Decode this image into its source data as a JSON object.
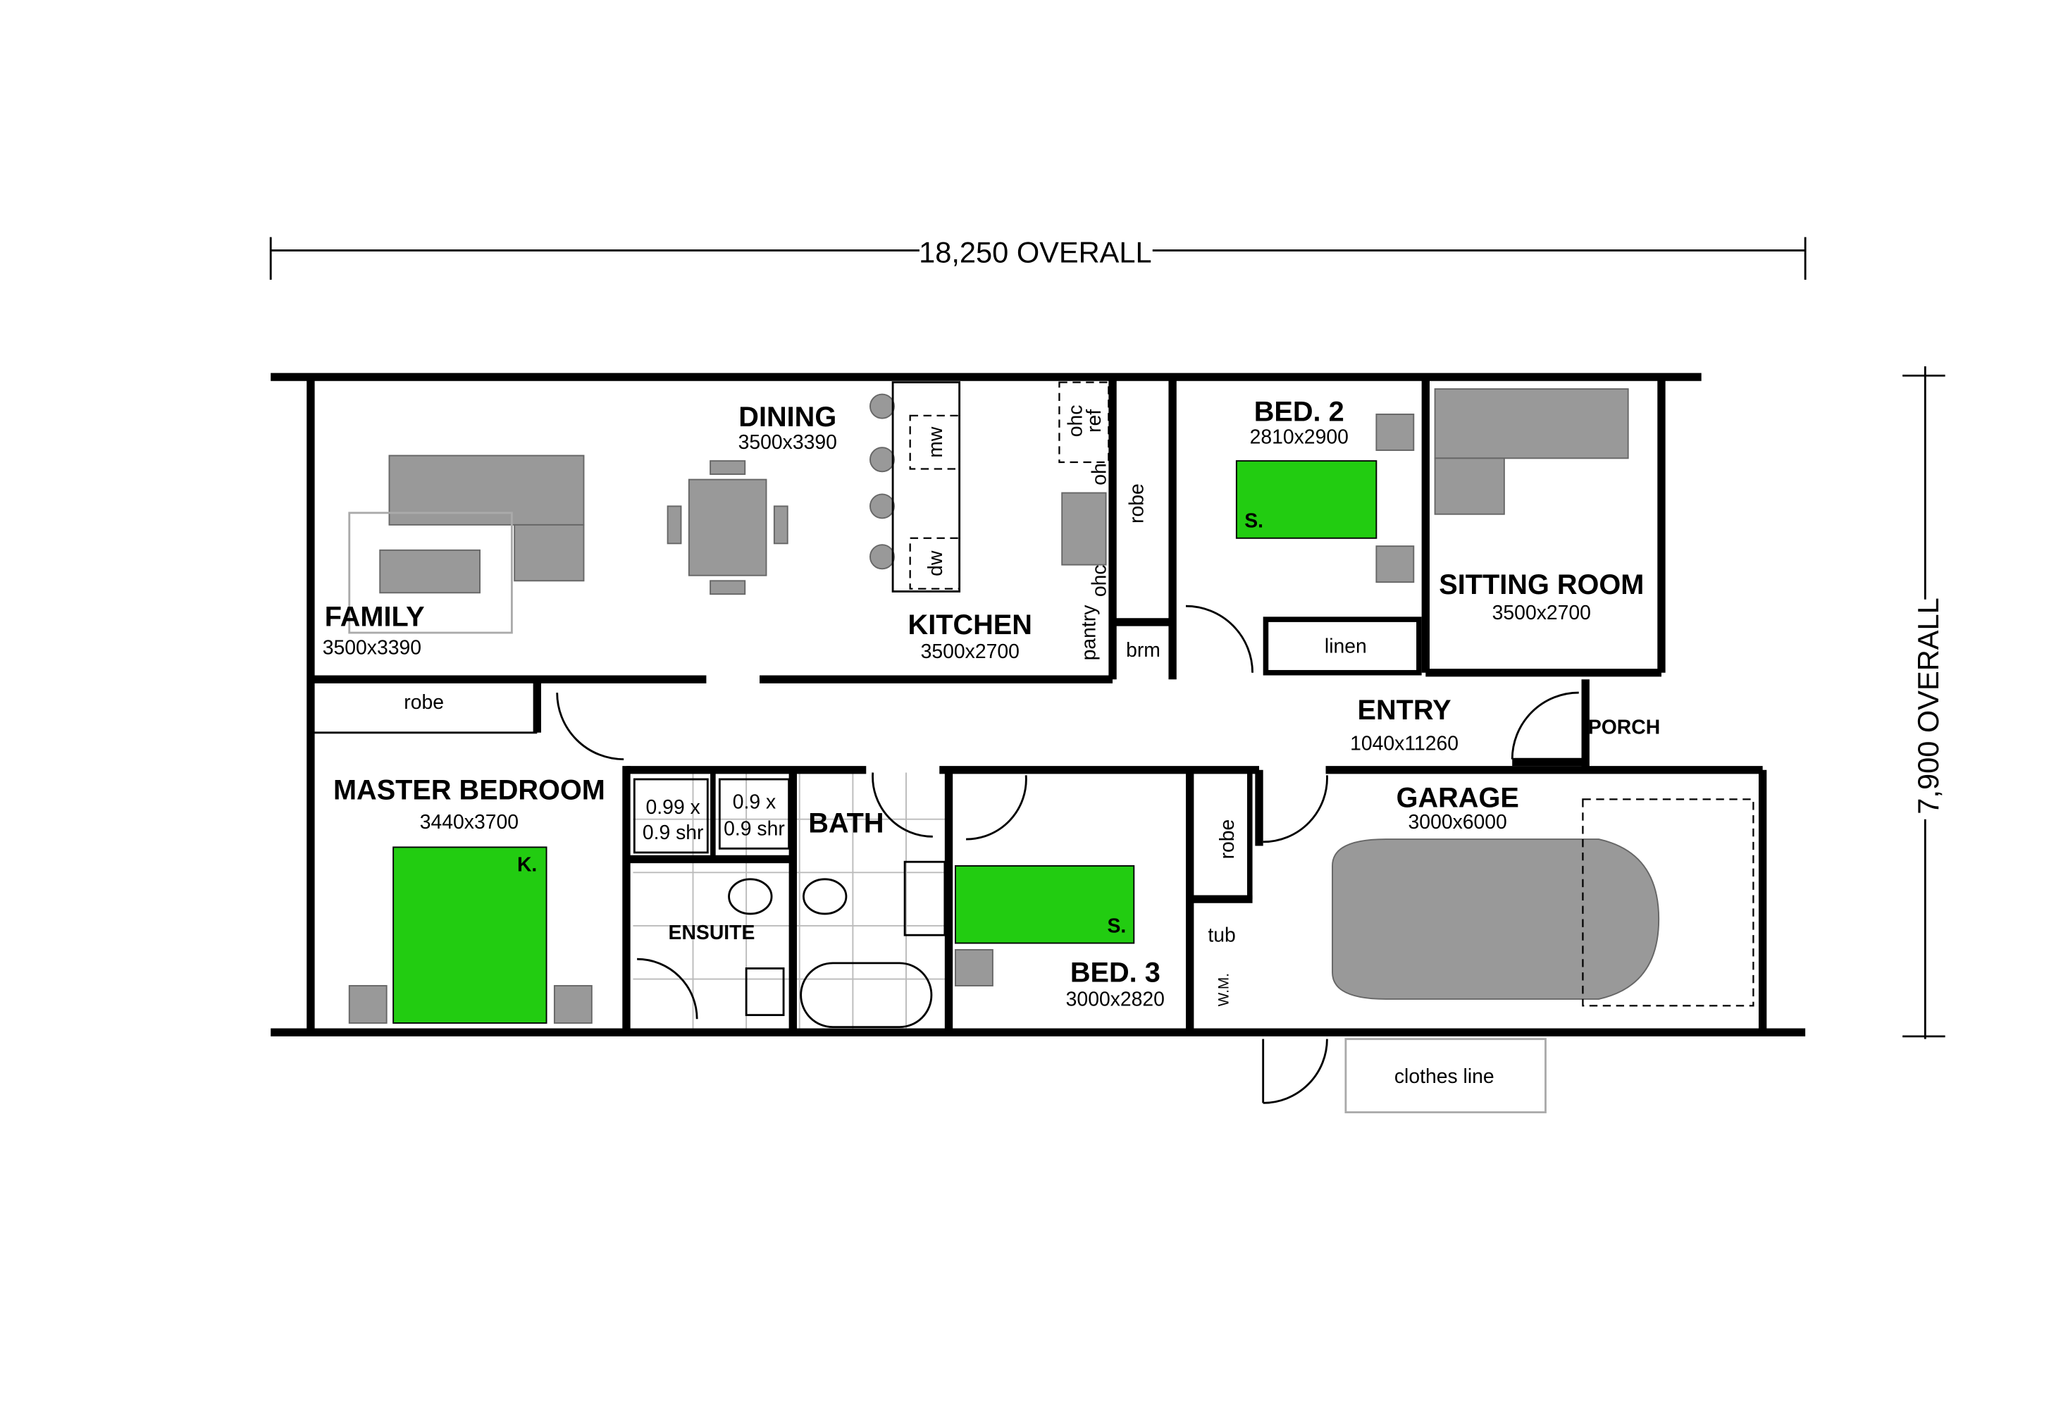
{
  "dimensions": {
    "overall_width": "18,250 OVERALL",
    "overall_depth": "7,900 OVERALL"
  },
  "rooms": {
    "family": {
      "name": "FAMILY",
      "size": "3500x3390"
    },
    "dining": {
      "name": "DINING",
      "size": "3500x3390"
    },
    "kitchen": {
      "name": "KITCHEN",
      "size": "3500x2700"
    },
    "bed2": {
      "name": "BED. 2",
      "size": "2810x2900"
    },
    "sitting": {
      "name": "SITTING ROOM",
      "size": "3500x2700"
    },
    "entry": {
      "name": "ENTRY",
      "size": "1040x11260"
    },
    "porch": {
      "name": "PORCH"
    },
    "garage": {
      "name": "GARAGE",
      "size": "3000x6000"
    },
    "master": {
      "name": "MASTER BEDROOM",
      "size": "3440x3700"
    },
    "ensuite": {
      "name": "ENSUITE"
    },
    "bath": {
      "name": "BATH"
    },
    "bed3": {
      "name": "BED. 3",
      "size": "3000x2820"
    }
  },
  "labels": {
    "mw": "mw",
    "dw": "dw",
    "ohc": "ohc",
    "ref": "ref",
    "oh": "oh",
    "ohc2": "ohc",
    "pantry": "pantry",
    "robe_bed2": "robe",
    "brm": "brm",
    "linen": "linen",
    "robe_master": "robe",
    "robe_bed3": "robe",
    "tub": "tub",
    "wm": "W.M.",
    "shower1_a": "0.99 x",
    "shower1_b": "0.9 shr",
    "shower2_a": "0.9 x",
    "shower2_b": "0.9 shr",
    "clothes_line": "clothes line",
    "bed_s1": "S.",
    "bed_s2": "S.",
    "bed_k": "K."
  },
  "colors": {
    "bed": "#22cc11",
    "furniture": "#999999",
    "wall": "#000000"
  }
}
